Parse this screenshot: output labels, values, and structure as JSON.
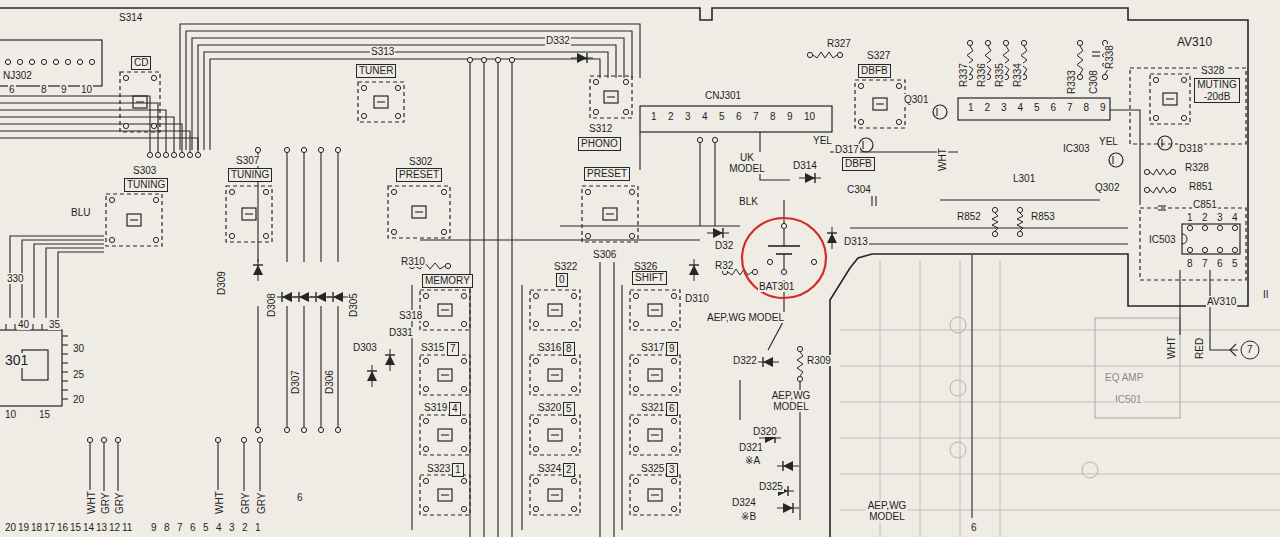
{
  "diagram": {
    "nodes": [
      {
        "text": [
          "CD"
        ]
      },
      {
        "text": [
          "TUNER"
        ]
      },
      {
        "text": [
          "DBFB"
        ]
      },
      {
        "text": [
          "MUTING -20dB"
        ]
      },
      {
        "text": [
          "PHONO"
        ]
      },
      {
        "text": [
          "DBFB"
        ]
      },
      {
        "text": [
          "TUNING"
        ]
      },
      {
        "text": [
          "TUNING"
        ]
      },
      {
        "text": [
          "PRESET"
        ]
      },
      {
        "text": [
          "PRESET"
        ]
      },
      {
        "text": [
          "MEMORY"
        ]
      },
      {
        "text": [
          "0"
        ]
      },
      {
        "text": [
          "SHIFT"
        ]
      },
      {
        "text": [
          "7"
        ]
      },
      {
        "text": [
          "8"
        ]
      },
      {
        "text": [
          "9"
        ]
      },
      {
        "text": [
          "4"
        ]
      },
      {
        "text": [
          "5"
        ]
      },
      {
        "text": [
          "6"
        ]
      },
      {
        "text": [
          "1"
        ]
      },
      {
        "text": [
          "2"
        ]
      },
      {
        "text": [
          "3"
        ]
      }
    ],
    "labels": [
      "S314",
      "NJ302",
      "6",
      "8",
      "9",
      "10",
      "S313",
      "D332",
      "R327",
      "S327",
      "R337",
      "R336",
      "R335",
      "R334",
      "R333",
      "C308",
      "R338",
      "AV310",
      "S328",
      "CNJ301",
      "1",
      "2",
      "3",
      "4",
      "5",
      "6",
      "7",
      "8",
      "9",
      "10",
      "Q301",
      "S312",
      "YEL",
      "D317",
      "1",
      "2",
      "3",
      "4",
      "5",
      "6",
      "7",
      "8",
      "9",
      "WHT",
      "IC303",
      "YEL",
      "D318",
      "R328",
      "R851",
      "C851",
      "Q302",
      "L301",
      "UK MODEL",
      "D314",
      "C304",
      "BLK",
      "R852",
      "R853",
      "1",
      "2",
      "3",
      "4",
      "IC503",
      "8",
      "7",
      "6",
      "5",
      "AV310",
      "II",
      "WHT",
      "RED",
      "7",
      "EQ AMP",
      "IC501",
      "D313",
      "D32",
      "R32",
      "BAT301",
      "D310",
      "AEP,WG MODEL",
      "D322",
      "R309",
      "AEP,WG MODEL",
      "D320",
      "D321",
      "※A",
      "D325",
      "D324",
      "※B",
      "AEP,WG MODEL",
      "6",
      "S303",
      "S307",
      "BLU",
      "S302",
      "S306",
      "R310",
      "330",
      "D309",
      "D308",
      "D307",
      "D306",
      "D305",
      "D303",
      "D331",
      "S318",
      "S315",
      "S316",
      "S317",
      "S322",
      "S326",
      "S319",
      "S320",
      "S321",
      "S323",
      "S324",
      "S325",
      "301",
      "40",
      "35",
      "30",
      "25",
      "20",
      "15",
      "10",
      "WHT",
      "GRY",
      "GRY",
      "WHT",
      "GRY",
      "GRY",
      "6",
      "20",
      "19",
      "18",
      "17",
      "16",
      "15",
      "14",
      "13",
      "12",
      "11",
      "9",
      "8",
      "7",
      "6",
      "5",
      "4",
      "3",
      "2",
      "1"
    ]
  }
}
